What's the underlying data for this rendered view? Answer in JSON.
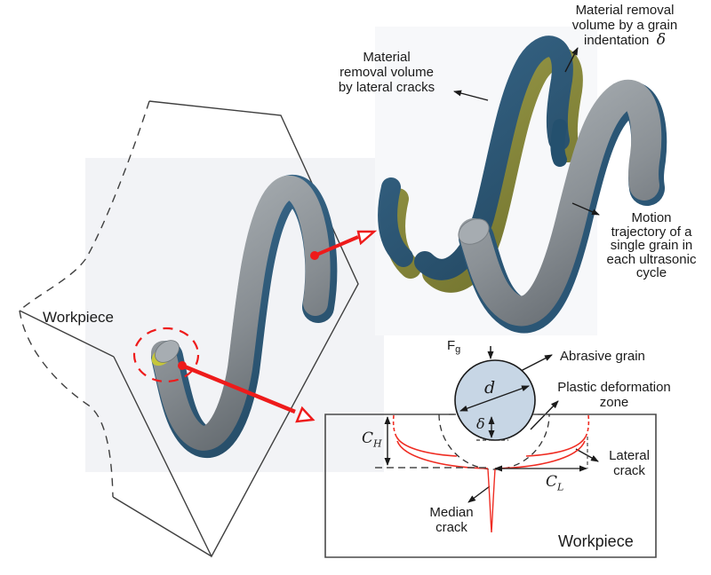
{
  "colors": {
    "accent_red": "#ee1b1b",
    "crack_red": "#ef2c22",
    "blue_shell": "#2d5a79",
    "olive_band": "#90913f",
    "tube_gray": "#8b9196",
    "grain_fill": "#c7d6e5"
  },
  "left_view": {
    "workpiece_label": "Workpiece"
  },
  "enlarged_view": {
    "indent_label_lines": [
      "Material removal",
      "volume by a grain",
      "indentation"
    ],
    "indent_symbol": "δ",
    "lateral_label_lines": [
      "Material",
      "removal volume",
      "by lateral cracks"
    ],
    "motion_label_lines": [
      "Motion",
      "trajectory of a",
      "single grain in",
      "each ultrasonic",
      "cycle"
    ]
  },
  "indentation_diagram": {
    "force_symbol": "F",
    "force_sub": "g",
    "abrasive_grain_label": "Abrasive grain",
    "plastic_zone_lines": [
      "Plastic deformation",
      "zone"
    ],
    "lateral_crack_lines": [
      "Lateral",
      "crack"
    ],
    "median_crack_lines": [
      "Median",
      "crack"
    ],
    "workpiece_label": "Workpiece",
    "grain_diameter_symbol": "d",
    "indent_depth_symbol": "δ",
    "crack_height_symbol": "C",
    "crack_height_sub": "H",
    "crack_length_symbol": "C",
    "crack_length_sub": "L"
  }
}
